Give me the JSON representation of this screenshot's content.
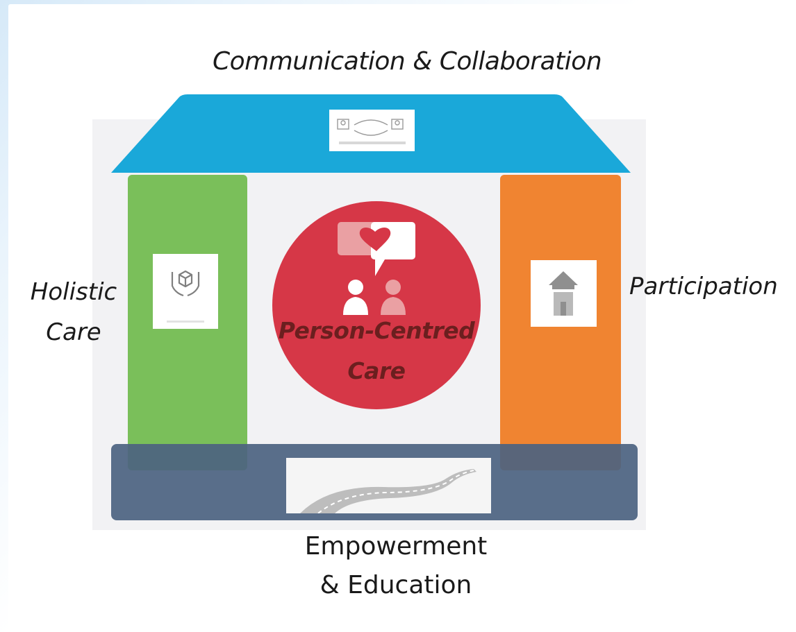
{
  "diagram": {
    "roof_label": "Communication & Collaboration",
    "left_pillar_label": "Holistic Care",
    "right_pillar_label": "Participation",
    "center_label": "Person-Centred Care",
    "base_label_line1": "Empowerment",
    "base_label_line2": "& Education"
  },
  "colors": {
    "roof": "#1aa8d9",
    "left_pillar": "#7abf5a",
    "right_pillar": "#f08431",
    "base": "#4c6380",
    "center_circle": "#d63747",
    "plate": "#f2f2f4"
  },
  "icons": {
    "roof": "collaboration-icon",
    "left_pillar": "hands-holding-box-icon",
    "right_pillar": "house-icon",
    "center": "heart-handshake-people-icon",
    "base": "winding-road-icon"
  }
}
